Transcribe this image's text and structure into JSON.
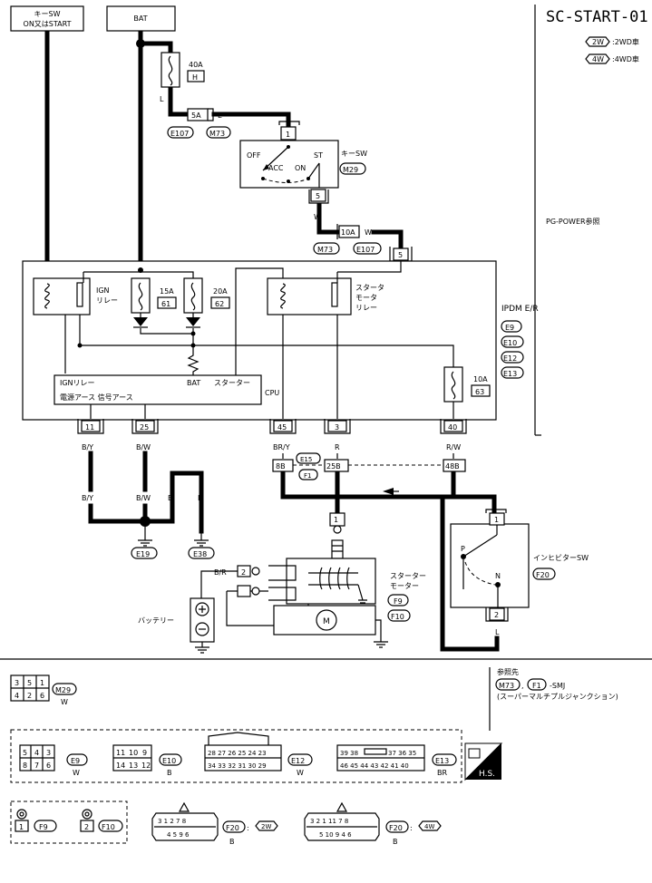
{
  "title": "SC-START-01",
  "legend": [
    {
      "code": "2W",
      "text": ":2WD車"
    },
    {
      "code": "4W",
      "text": ":4WD車"
    }
  ],
  "top_labels": {
    "key_sw": [
      "キーSW",
      "ON又はSTART"
    ],
    "bat": "BAT"
  },
  "fuse_40a": {
    "rating": "40A",
    "code": "H"
  },
  "wire_colors": {
    "L": "L",
    "W": "W",
    "BY": "B/Y",
    "BW": "B/W",
    "B": "B",
    "BRY": "BR/Y",
    "R": "R",
    "RW": "R/W",
    "BR": "B/R"
  },
  "connectors": {
    "c5A": "5A",
    "c10A": "10A",
    "c1": "1",
    "c5": "5",
    "c11": "11",
    "c25": "25",
    "c45": "45",
    "c3": "3",
    "c40": "40",
    "c8B": "8B",
    "c25B": "25B",
    "c48B": "48B",
    "c2": "2",
    "E107": "E107",
    "M73": "M73",
    "M29": "M29",
    "E15": "E15",
    "F1": "F1",
    "E19": "E19",
    "E38": "E38",
    "E9": "E9",
    "E10": "E10",
    "E12": "E12",
    "E13": "E13",
    "F9": "F9",
    "F10": "F10",
    "F20": "F20"
  },
  "key_switch": {
    "label": "キーSW",
    "off": "OFF",
    "acc": "ACC",
    "on": "ON",
    "st": "ST"
  },
  "pg_power": "PG-POWER参照",
  "ipdm": {
    "label": "IPDM E/R",
    "ign_relay": [
      "IGN",
      "リレー"
    ],
    "fuse_15a": {
      "rating": "15A",
      "no": "61"
    },
    "fuse_20a": {
      "rating": "20A",
      "no": "62"
    },
    "starter_relay": [
      "スタータ",
      "モータ",
      "リレー"
    ],
    "fuse_10a": {
      "rating": "10A",
      "no": "63"
    },
    "bat": "BAT",
    "starter": "スターター",
    "ign_relay_cpu": "IGNリレー",
    "ground_line": "電源アース 信号アース",
    "cpu": "CPU"
  },
  "inhibitor": {
    "label": "インヒビターSW",
    "p": "P",
    "n": "N"
  },
  "starter_motor": {
    "label": [
      "スターター",
      "モーター"
    ],
    "m": "M"
  },
  "battery": "バッテリー",
  "reference": {
    "title": "参照先",
    "smj": "-SMJ",
    "desc": "(スーパーマルチプルジャンクション)"
  },
  "connector_views": {
    "m29": {
      "pins": [
        "3",
        "5",
        "1",
        "4",
        "2",
        "6"
      ],
      "code": "M29",
      "color": "W"
    },
    "e9": {
      "pins": [
        "5",
        "4",
        "3",
        "8",
        "7",
        "6"
      ],
      "code": "E9",
      "color": "W"
    },
    "e10": {
      "pins": [
        "11",
        "10",
        "9",
        "14",
        "13",
        "12"
      ],
      "code": "E10",
      "color": "B"
    },
    "e12": {
      "row1": "28 27 26 25 24 23",
      "row2": "34 33 32 31 30 29",
      "code": "E12",
      "color": "W"
    },
    "e13": {
      "row1a": "39 38",
      "row1b": "37 36 35",
      "row2": "46 45 44 43 42 41 40",
      "code": "E13",
      "color": "BR"
    },
    "f9": {
      "pin": "1",
      "code": "F9"
    },
    "f10": {
      "pin": "2",
      "code": "F10"
    },
    "f20_2w": {
      "row1": "3 1 2 7 8",
      "row2": "4 5 9 6",
      "code": "F20",
      "variant": "2W",
      "color": "B"
    },
    "f20_4w": {
      "row1": "3 2 1 11 7 8",
      "row2": "5 10 9 4 6",
      "code": "F20",
      "variant": "4W",
      "color": "B"
    },
    "hs": "H.S."
  }
}
